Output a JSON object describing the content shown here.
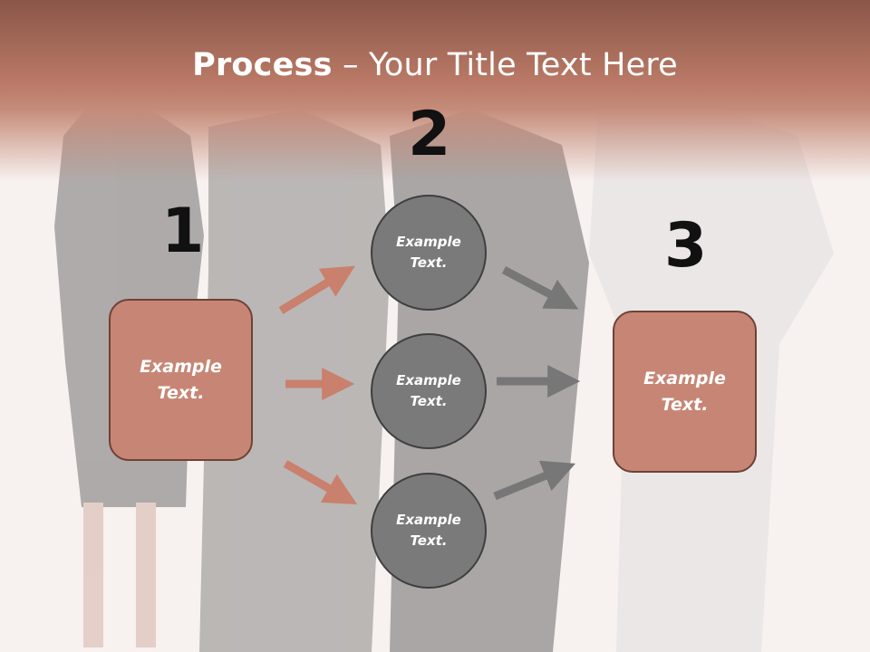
{
  "title": {
    "bold": "Process",
    "rest": " – Your Title Text Here"
  },
  "steps": {
    "one": "1",
    "two": "2",
    "three": "3"
  },
  "left_box": {
    "text": "Example Text."
  },
  "circles": [
    {
      "text": "Example Text."
    },
    {
      "text": "Example Text."
    },
    {
      "text": "Example Text."
    }
  ],
  "right_box": {
    "text": "Example Text."
  },
  "colors": {
    "accent": "#c78675",
    "accent_border": "#6e4236",
    "circle_fill": "#7b7a7a",
    "gray_arrow": "#777777",
    "title_band": "#b97966"
  }
}
